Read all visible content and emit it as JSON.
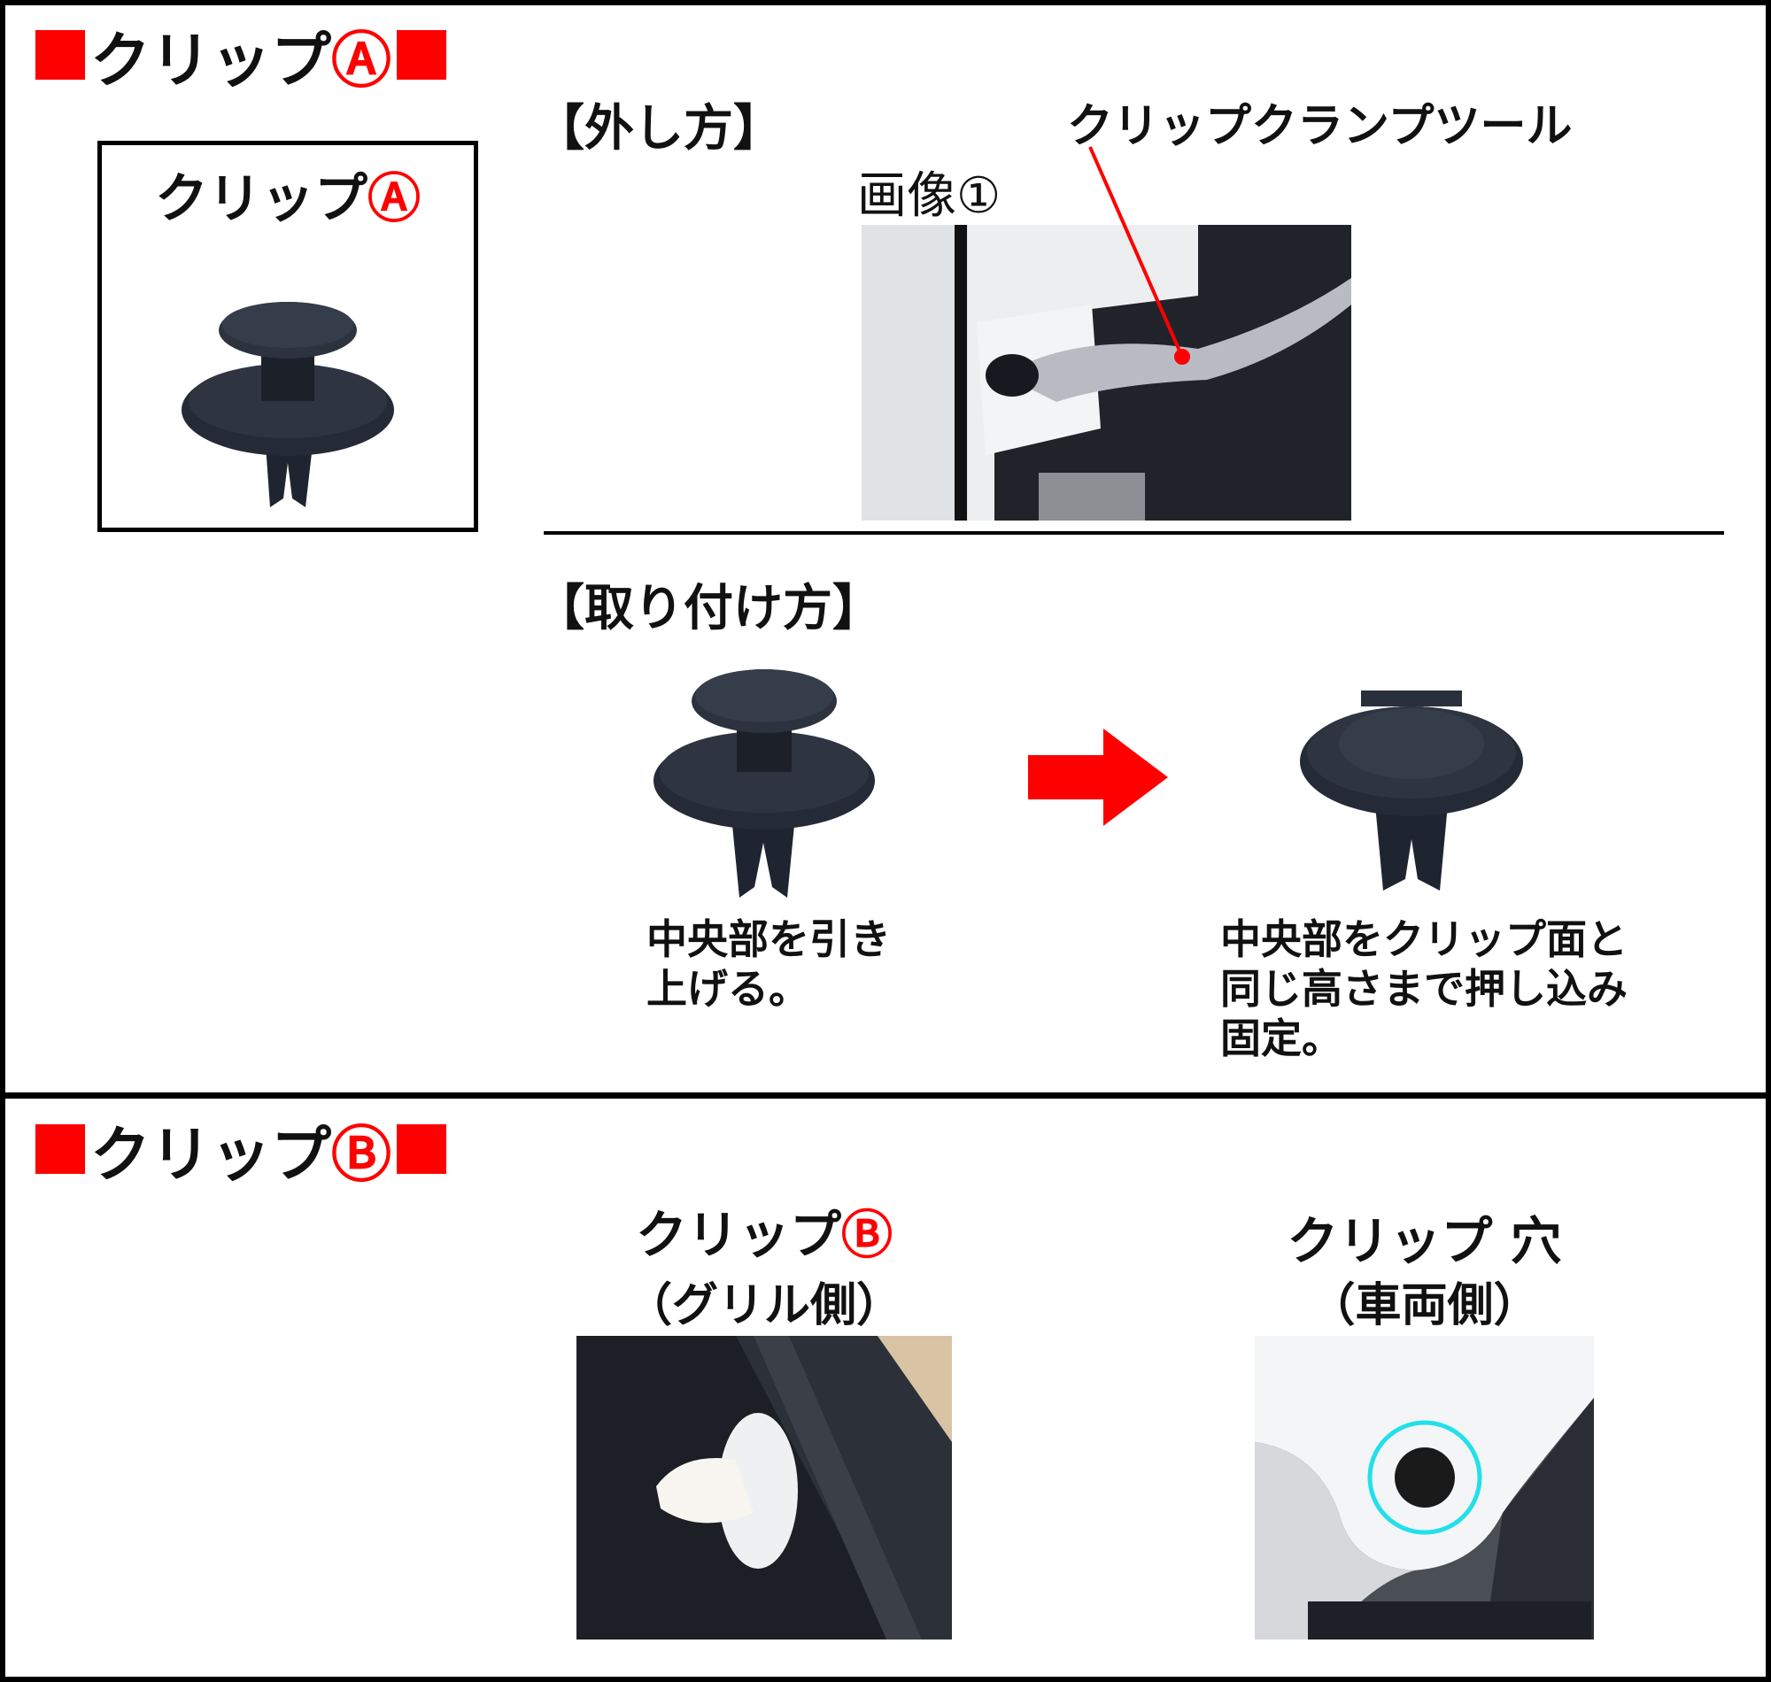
{
  "section_a": {
    "title": "クリップ",
    "circle_letter": "Ⓐ",
    "box_label": "クリップ",
    "removal": {
      "heading": "【外し方】",
      "tool_label": "クリップクランプツール",
      "image_label": "画像①"
    },
    "install": {
      "heading": "【取り付け方】",
      "step1_line1": "中央部を引き",
      "step1_line2": "上げる。",
      "step2_line1": "中央部をクリップ面と",
      "step2_line2": "同じ高さまで押し込み",
      "step2_line3": "固定。"
    }
  },
  "section_b": {
    "title": "クリップ",
    "circle_letter": "Ⓑ",
    "grille": {
      "label": "クリップ",
      "sub": "（グリル側）"
    },
    "hole": {
      "label": "クリップ 穴",
      "sub": "（車両側）"
    }
  },
  "colors": {
    "accent": "#ff0000",
    "highlight_ring": "#22e0ea"
  }
}
